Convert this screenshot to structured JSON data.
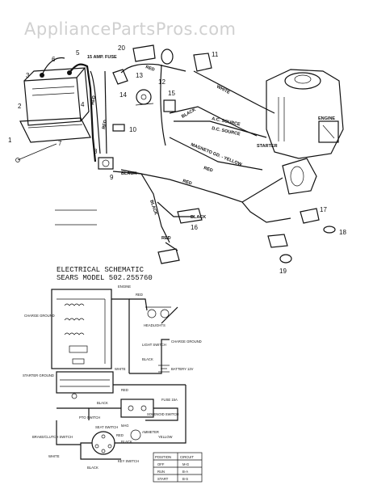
{
  "watermark": "AppliancePartsPros.com",
  "pictorial": {
    "callouts": [
      "1",
      "2",
      "3",
      "4",
      "5",
      "6",
      "7",
      "8",
      "9",
      "10",
      "11",
      "12",
      "13",
      "14",
      "15",
      "16",
      "17",
      "18",
      "19",
      "20"
    ],
    "fuse_label": "15 AMP. FUSE",
    "wire_labels": {
      "red_top": "RED",
      "red_left": "RED",
      "red_mid": "RED",
      "red_lower": "RED",
      "red_small": "RED",
      "red_bottom": "RED",
      "black_left": "BLACK",
      "black_lower": "BLACK",
      "black_mid": "BLACK",
      "black_right": "BLACK",
      "white": "WHITE",
      "ac_source": "A.C. SOURCE",
      "dc_source": "D.C. SOURCE",
      "magneto": "MAGNETO GD. - YELLOW",
      "starter": "STARTER",
      "engine": "ENGINE"
    }
  },
  "schematic": {
    "title_line1": "ELECTRICAL SCHEMATIC",
    "title_line2": "SEARS MODEL 502.255760",
    "labels": {
      "engine": "ENGINE",
      "red": "RED",
      "headlights": "HEADLIGHTS",
      "light_switch": "LIGHT SWITCH",
      "charge_ground": "CHARGE GROUND",
      "charge_ground_right": "CHARGE GROUND",
      "black_right": "BLACK",
      "battery": "BATTERY 12V",
      "starter_ground": "STARTER GROUND",
      "white": "WHITE",
      "red2": "RED",
      "black_bottom": "BLACK",
      "fuse": "FUSE 15A",
      "solenoid": "SOLENOID SWITCH",
      "mag": "MAG",
      "black2": "BLACK",
      "ammeter": "AMMETER",
      "yellow": "YELLOW",
      "pto_switch": "PTO SWITCH",
      "seat_switch": "SEAT SWITCH",
      "brake_clutch": "BRAKE/CLUTCH SWITCH",
      "key_switch": "KEY SWITCH",
      "black3": "BLACK",
      "red3": "RED",
      "white2": "WHITE"
    },
    "table": {
      "header": [
        "POSITION",
        "CIRCUIT"
      ],
      "rows": [
        [
          "OFF",
          "M-G"
        ],
        [
          "RUN",
          "B-A"
        ],
        [
          "START",
          "B-S"
        ]
      ]
    }
  }
}
